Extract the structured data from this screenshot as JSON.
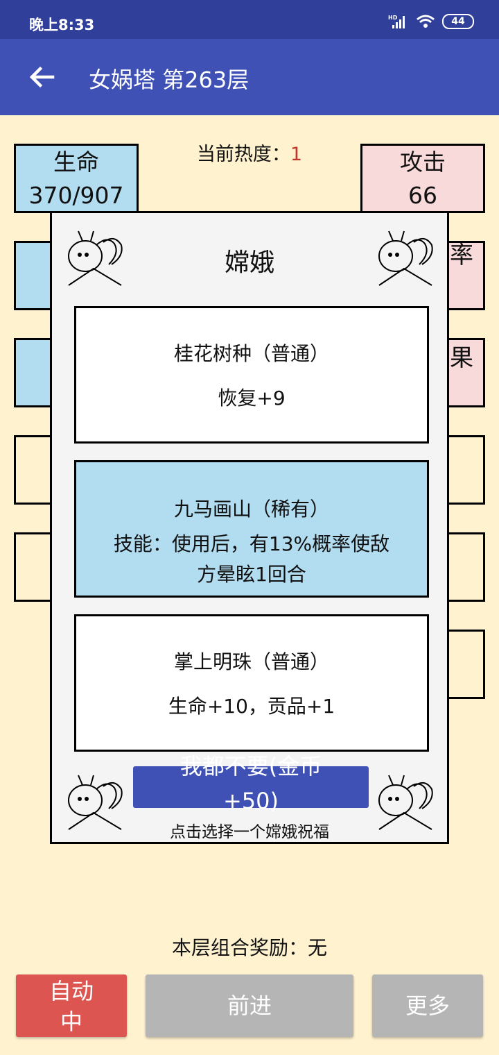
{
  "status": {
    "time": "晚上8:33",
    "battery": "44",
    "signal_label": "HD"
  },
  "appbar": {
    "title": "女娲塔 第263层"
  },
  "hot": {
    "label": "当前热度：",
    "value": "1"
  },
  "stats": {
    "hp_label": "生命",
    "hp_value": "370/907",
    "atk_label": "攻击",
    "atk_value": "66",
    "peek_right_1": "率",
    "peek_right_2": "果"
  },
  "modal": {
    "title": "嫦娥",
    "cards": [
      {
        "name": "桂花树种（普通）",
        "effect": "恢复+9"
      },
      {
        "name": "九马画山（稀有）",
        "effect_a": "技能：使用后，有13%概率使敌",
        "effect_b": "方晕眩1回合"
      },
      {
        "name": "掌上明珠（普通）",
        "effect": "生命+10，贡品+1"
      }
    ],
    "skip_line1": "我都不要(金币",
    "skip_line2": "+50)",
    "hint": "点击选择一个嫦娥祝福"
  },
  "combo": "本层组合奖励：无",
  "buttons": {
    "auto_1": "自动",
    "auto_2": "中",
    "forward": "前进",
    "more": "更多"
  },
  "colors": {
    "primary": "#3F51B5",
    "status_bar": "#2F3F9A",
    "background": "#FFF2CF",
    "rare_card": "#B2DCF0",
    "danger": "#DC5551"
  }
}
